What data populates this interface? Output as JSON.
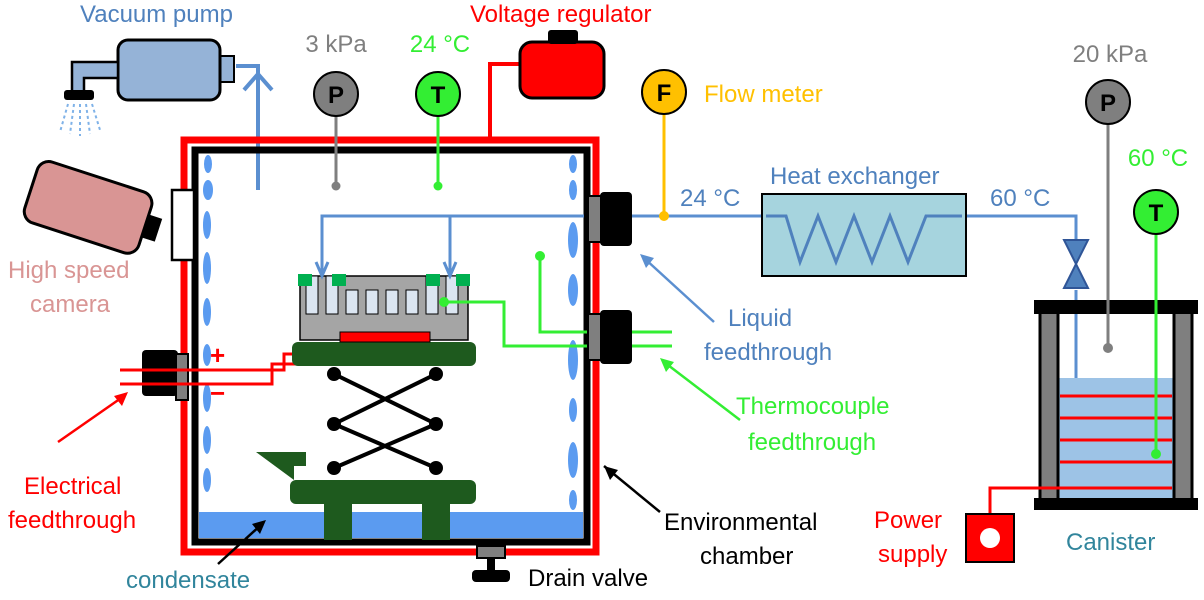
{
  "labels": {
    "vacuum_pump": "Vacuum pump",
    "voltage_regulator": "Voltage regulator",
    "flow_meter": "Flow meter",
    "high_speed_camera_line1": "High speed",
    "high_speed_camera_line2": "camera",
    "heat_exchanger": "Heat exchanger",
    "liquid_feedthrough_line1": "Liquid",
    "liquid_feedthrough_line2": "feedthrough",
    "thermocouple_feedthrough_line1": "Thermocouple",
    "thermocouple_feedthrough_line2": "feedthrough",
    "electrical_feedthrough_line1": "Electrical",
    "electrical_feedthrough_line2": "feedthrough",
    "environmental_chamber_line1": "Environmental",
    "environmental_chamber_line2": "chamber",
    "condensate": "condensate",
    "drain_valve": "Drain valve",
    "power_supply_line1": "Power",
    "power_supply_line2": "supply",
    "canister": "Canister"
  },
  "readings": {
    "chamber_pressure": "3 kPa",
    "chamber_temperature": "24 °C",
    "inlet_temperature": "24 °C",
    "outlet_temperature": "60 °C",
    "canister_pressure": "20 kPa",
    "canister_temperature": "60 °C"
  },
  "gauges": {
    "pressure_letter": "P",
    "temperature_letter": "T",
    "flow_letter": "F"
  },
  "polarity": {
    "plus": "+",
    "minus": "−"
  },
  "colors": {
    "chamber_frame": "#ff0000",
    "chamber_wall": "#000000",
    "liquid_line": "#5b8fd0",
    "thermocouple": "#33ee33",
    "pressure_gauge": "#7f7f7f",
    "flow_meter": "#ffc000",
    "electrical": "#ff0000",
    "stage_green": "#1e5a1e",
    "camera": "#d99594",
    "pump": "#95b3d7",
    "heat_exchanger": "#a6d4de",
    "water": "#9dc3e6",
    "condensate": "#5b9bf0",
    "label_blue": "#4f81bd",
    "label_teal": "#31859c"
  }
}
